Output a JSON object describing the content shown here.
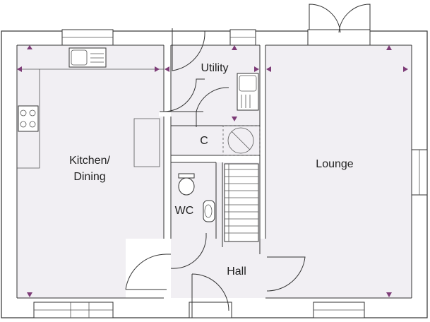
{
  "rooms": {
    "kitchen": {
      "line1": "Kitchen/",
      "line2": "Dining"
    },
    "utility": "Utility",
    "cupboard": "C",
    "lounge": "Lounge",
    "wc": "WC",
    "hall": "Hall"
  },
  "colors": {
    "floor": "#f1eff3",
    "wall": "#333333",
    "measure_arrow": "#7d3c77"
  }
}
